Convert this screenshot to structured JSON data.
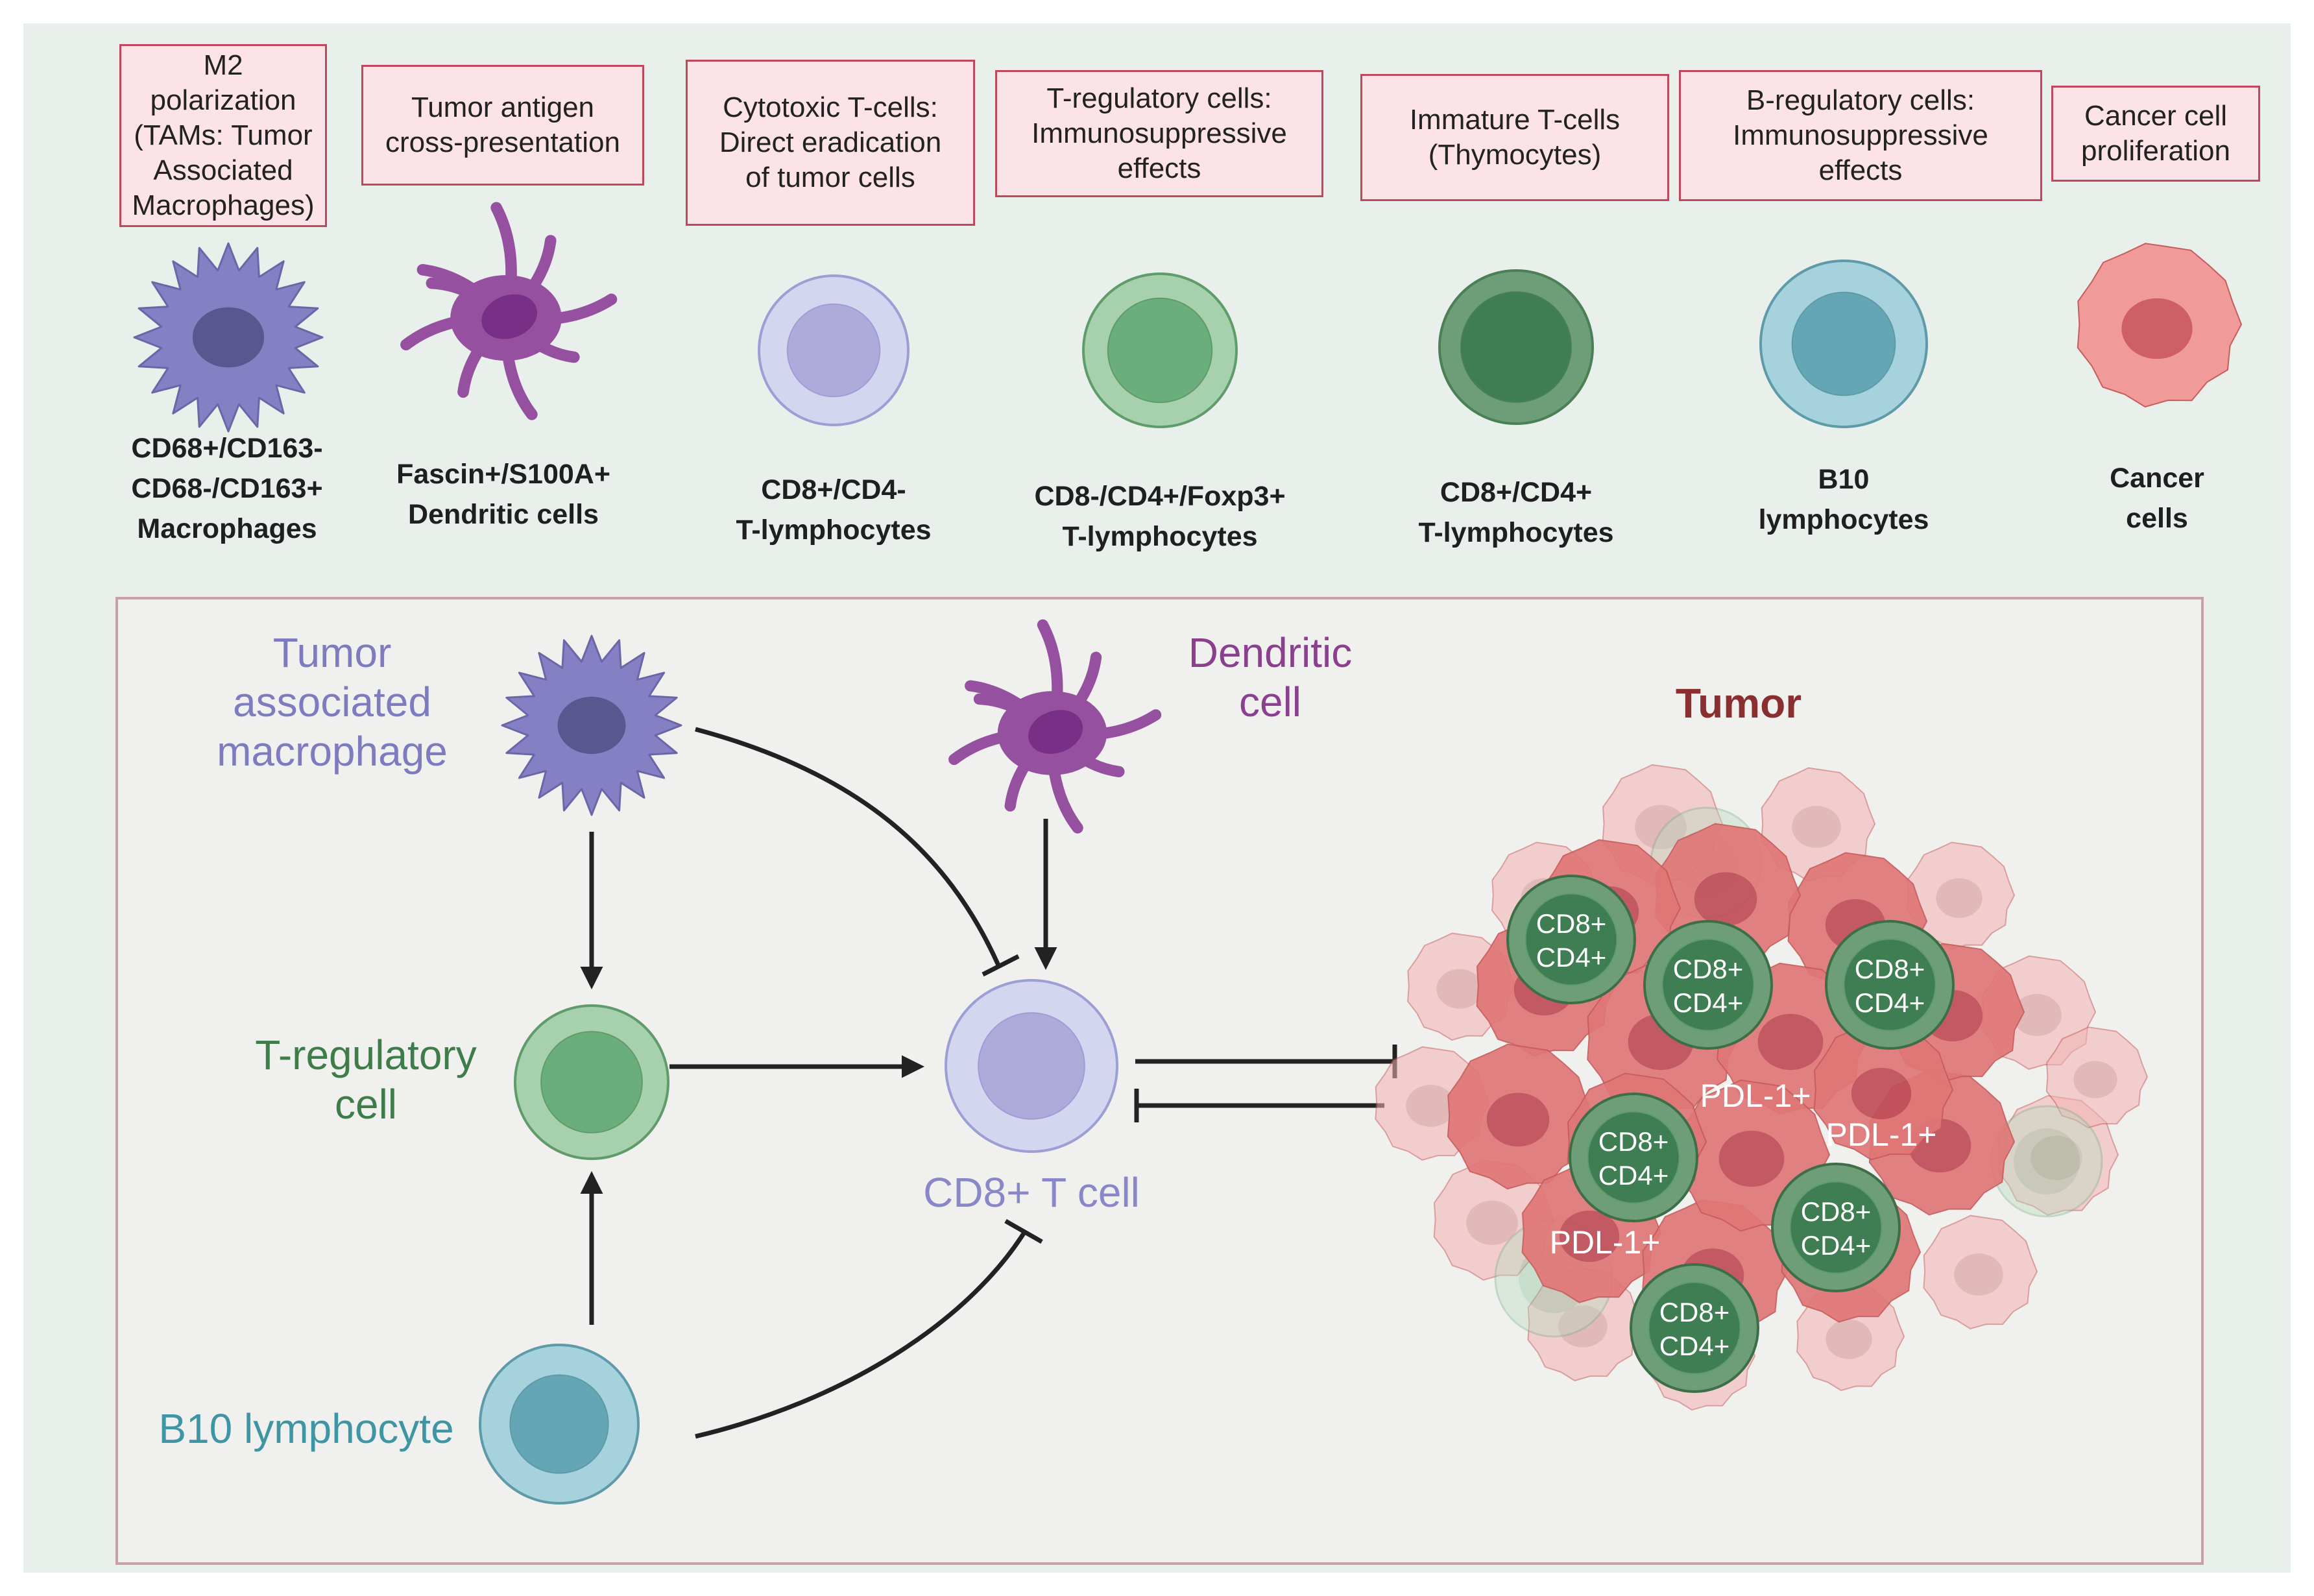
{
  "colors": {
    "background": "#e9f0ec",
    "box_fill": "#fbe3e8",
    "box_border": "#c0485c",
    "macrophage": "#7f7bbf",
    "dendritic": "#8a3f8f",
    "cytotoxic": "#8a87c8",
    "treg": "#3e7d4a",
    "b10": "#3f95a3",
    "tumor": "#8a2f2f"
  },
  "top_boxes": [
    {
      "lines": [
        "M2",
        "polarization",
        "(TAMs: Tumor",
        "Associated",
        "Macrophages)"
      ]
    },
    {
      "lines": [
        "Tumor antigen",
        "cross-presentation"
      ]
    },
    {
      "lines": [
        "Cytotoxic T-cells:",
        "Direct eradication",
        "of tumor cells"
      ]
    },
    {
      "lines": [
        "T-regulatory cells:",
        "Immunosuppressive",
        "effects"
      ]
    },
    {
      "lines": [
        "Immature T-cells",
        "(Thymocytes)"
      ]
    },
    {
      "lines": [
        "B-regulatory cells:",
        "Immunosuppressive",
        "effects"
      ]
    },
    {
      "lines": [
        "Cancer cell",
        "proliferation"
      ]
    }
  ],
  "cell_types": [
    {
      "icon": "macrophage-icon",
      "lines": [
        "CD68+/CD163-",
        "CD68-/CD163+",
        "Macrophages"
      ]
    },
    {
      "icon": "dendritic-cell-icon",
      "lines": [
        "Fascin+/S100A+",
        "Dendritic cells"
      ]
    },
    {
      "icon": "cytotoxic-t-cell-icon",
      "lines": [
        "CD8+/CD4-",
        "T-lymphocytes"
      ]
    },
    {
      "icon": "t-regulatory-cell-icon",
      "lines": [
        "CD8-/CD4+/Foxp3+",
        "T-lymphocytes"
      ]
    },
    {
      "icon": "immature-t-cell-icon",
      "lines": [
        "CD8+/CD4+",
        "T-lymphocytes"
      ]
    },
    {
      "icon": "b10-lymphocyte-icon",
      "lines": [
        "B10",
        "lymphocytes"
      ]
    },
    {
      "icon": "cancer-cell-icon",
      "lines": [
        "Cancer",
        "cells"
      ]
    }
  ],
  "diagram": {
    "tam_label": [
      "Tumor",
      "associated",
      "macrophage"
    ],
    "dc_label": [
      "Dendritic",
      "cell"
    ],
    "treg_label": [
      "T-regulatory",
      "cell"
    ],
    "b10_label": "B10 lymphocyte",
    "cd8_label": "CD8+ T cell",
    "tumor_label": "Tumor",
    "pdl1_label": "PDL-1+",
    "tcell_marker_lines": [
      "CD8+",
      "CD4+"
    ]
  }
}
